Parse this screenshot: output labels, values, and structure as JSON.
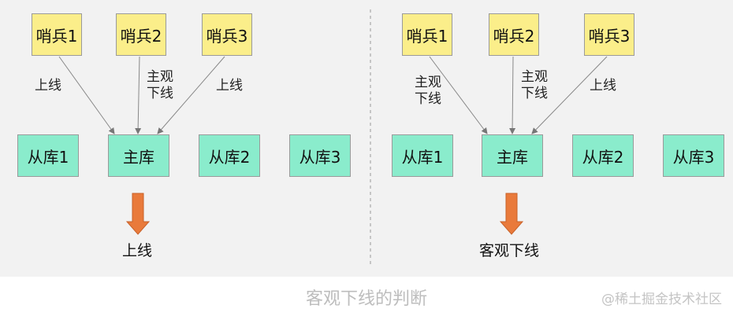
{
  "left_panel": {
    "sentinels": [
      "哨兵1",
      "哨兵2",
      "哨兵3"
    ],
    "edge_labels": [
      "上线",
      "主观\n下线",
      "上线"
    ],
    "replicas": [
      "从库1",
      "主库",
      "从库2",
      "从库3"
    ],
    "result": "上线"
  },
  "right_panel": {
    "sentinels": [
      "哨兵1",
      "哨兵2",
      "哨兵3"
    ],
    "edge_labels": [
      "主观\n下线",
      "主观\n下线",
      "上线"
    ],
    "replicas": [
      "从库1",
      "主库",
      "从库2",
      "从库3"
    ],
    "result": "客观下线"
  },
  "caption": "客观下线的判断",
  "watermark": "@稀土掘金技术社区",
  "colors": {
    "sentinel_fill": "#fbee8a",
    "replica_fill": "#8aeccc",
    "arrow_fill": "#e97a3b",
    "panel_background": "#f2f2f2"
  }
}
